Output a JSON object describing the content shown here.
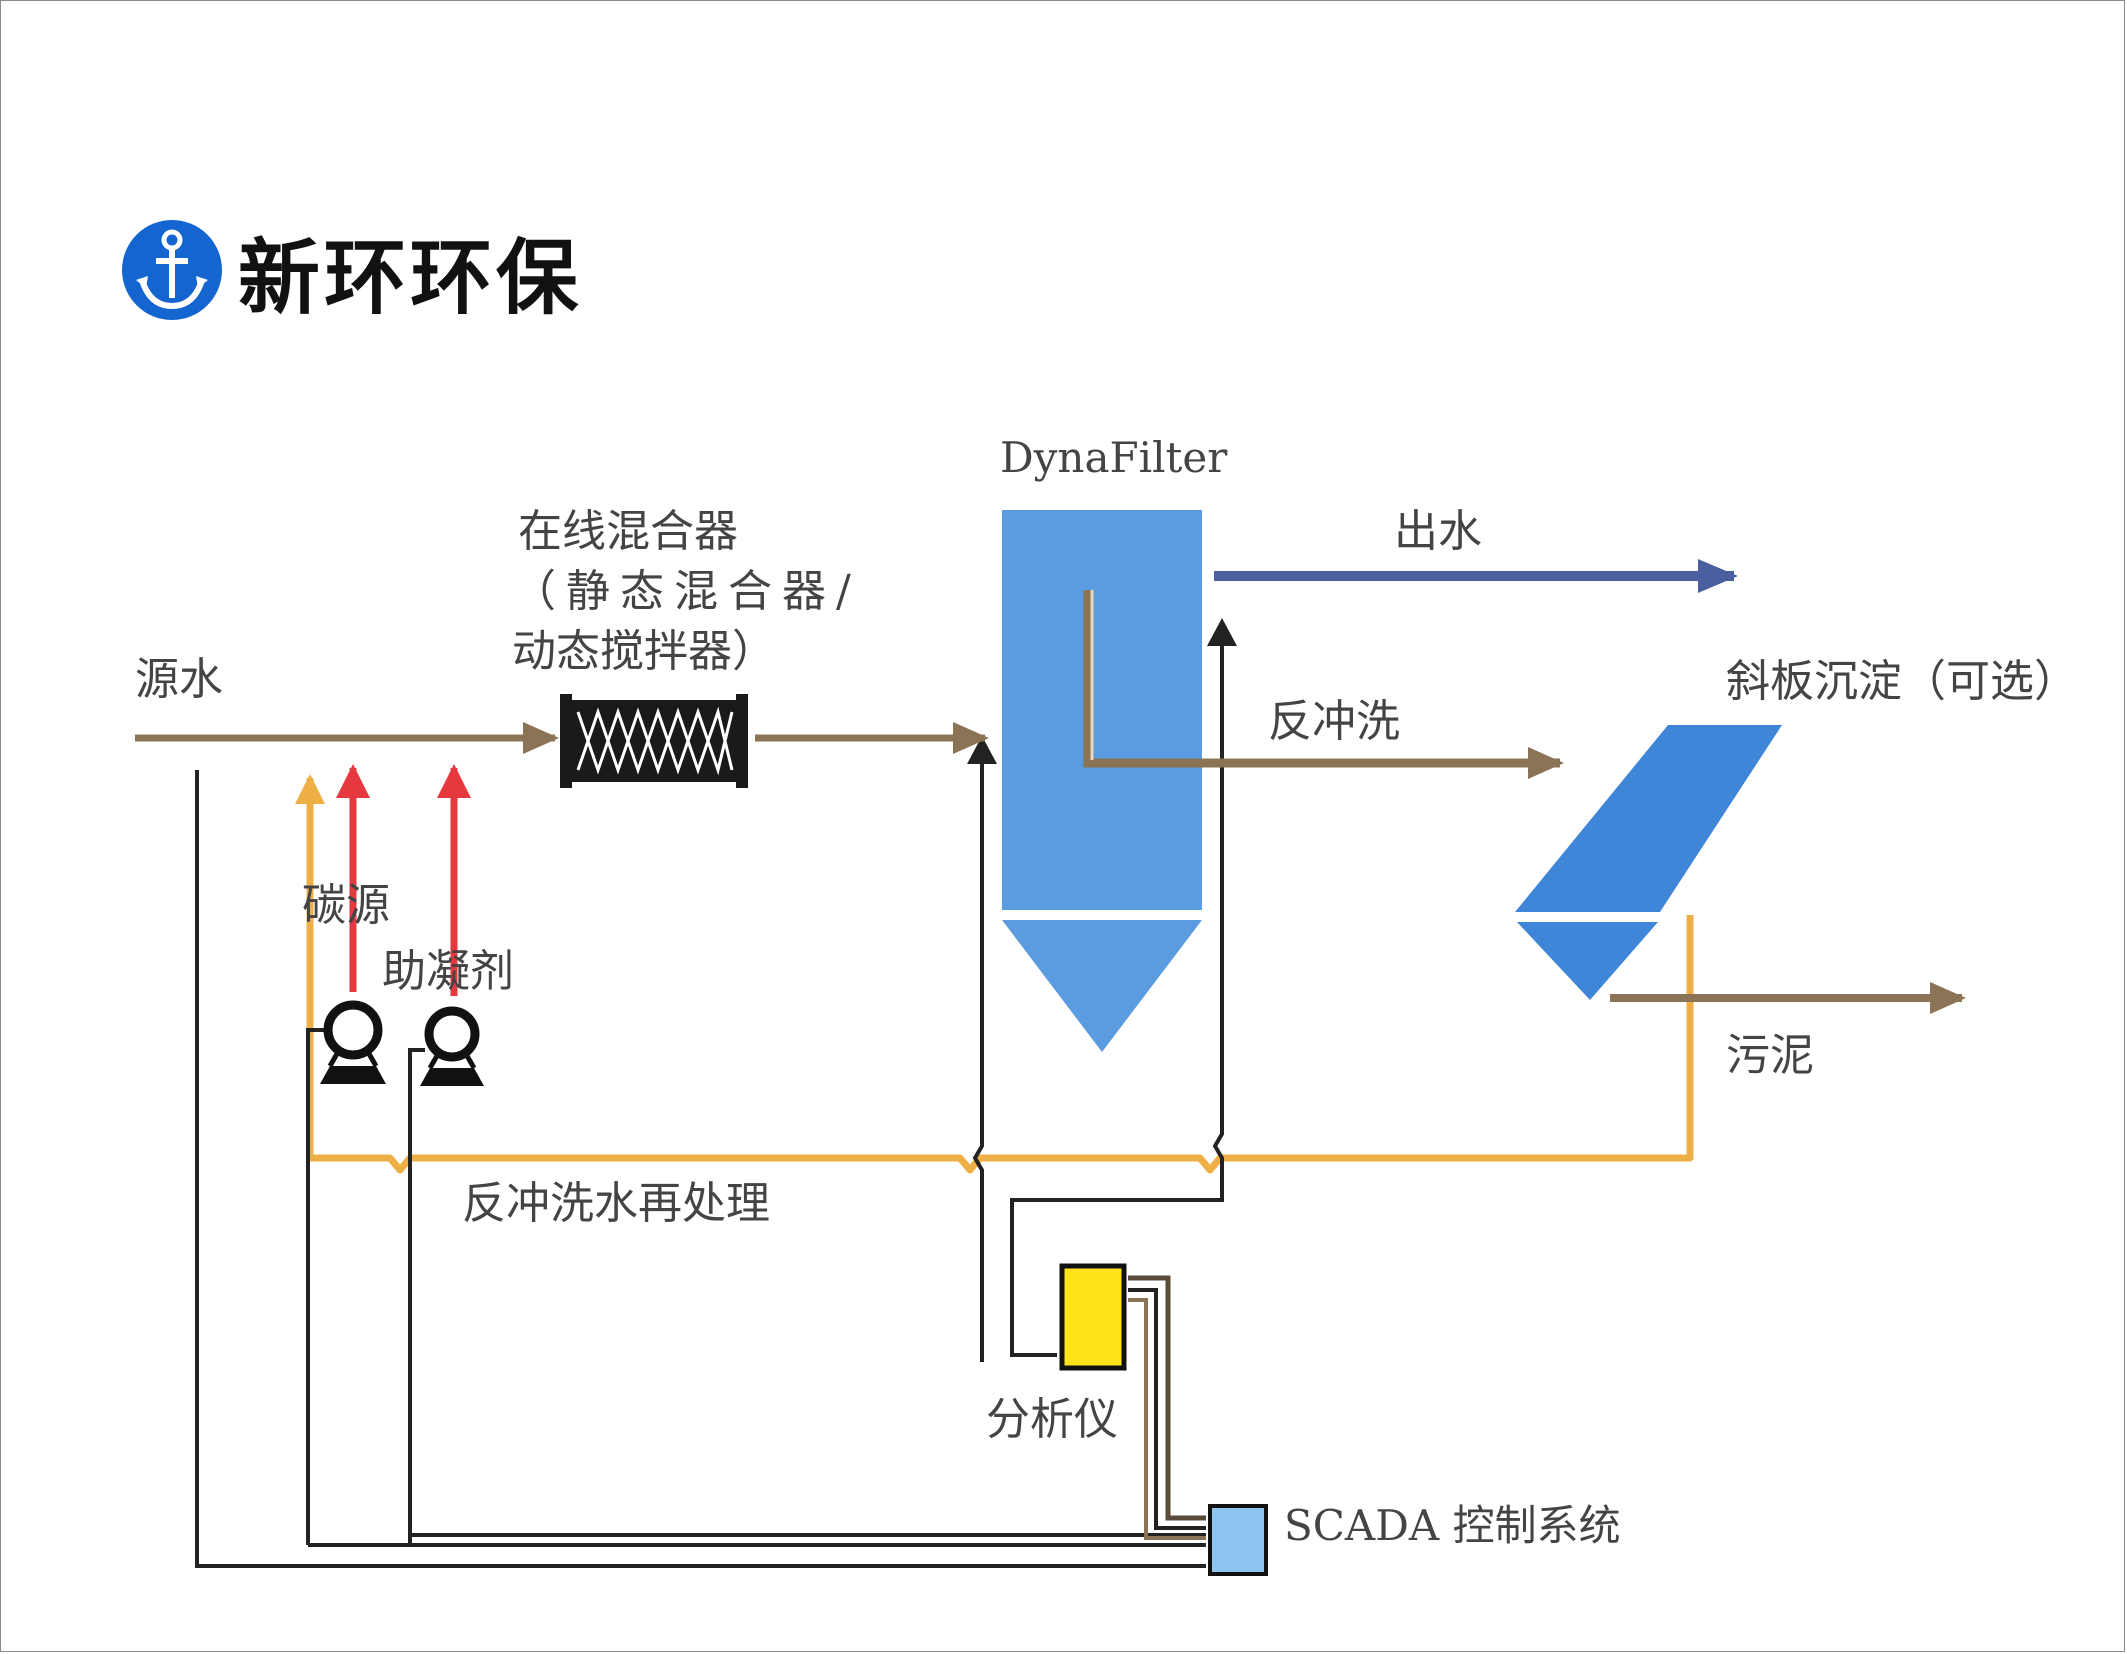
{
  "brand": {
    "name": "新环环保",
    "logo_icon": "anchor-icon",
    "logo_color": "#1565d0"
  },
  "diagram": {
    "labels": {
      "source_water": "源水",
      "mixer_line1": "在线混合器",
      "mixer_line2": "（静态混合器/",
      "mixer_line3": "动态搅拌器）",
      "dynafilter": "DynaFilter",
      "effluent": "出水",
      "backwash": "反冲洗",
      "settling": "斜板沉淀（可选）",
      "sludge": "污泥",
      "carbon_source": "碳源",
      "coagulant_aid": "助凝剂",
      "backwash_water_retreatment": "反冲洗水再处理",
      "analyzer": "分析仪",
      "scada": "SCADA 控制系统"
    },
    "colors": {
      "process_line": "#8b7355",
      "effluent_line": "#4a5fa0",
      "chemical_line": "#e5393f",
      "recycle_line": "#eeb046",
      "control_line": "#222222",
      "filter_fill": "#5b9be0",
      "settler_fill": "#3f86d8",
      "analyzer_fill": "#ffe21a",
      "scada_fill": "#8ec5f0"
    }
  }
}
